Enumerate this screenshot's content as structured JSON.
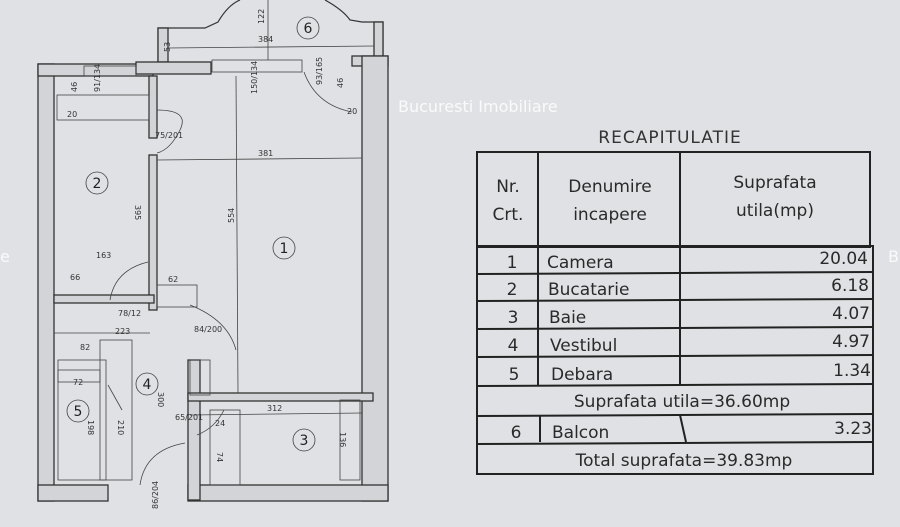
{
  "plan": {
    "rooms": [
      {
        "no": "1"
      },
      {
        "no": "2"
      },
      {
        "no": "3"
      },
      {
        "no": "4"
      },
      {
        "no": "5"
      },
      {
        "no": "6"
      }
    ],
    "dimensions": {
      "d122": "122",
      "d384": "384",
      "d53": "53",
      "d46": "46",
      "d20a": "20",
      "d91": "91/134",
      "d150": "150/134",
      "d93": "93/165",
      "d46b": "46",
      "d20b": "20",
      "d75": "75/201",
      "d381": "381",
      "d395": "395",
      "d554": "554",
      "d163": "163",
      "d66": "66",
      "d62": "62",
      "d78": "78/12",
      "d223": "223",
      "d84": "84/200",
      "d82": "82",
      "d72": "72",
      "d300": "300",
      "d198": "198",
      "d210": "210",
      "d65": "65/201",
      "d312": "312",
      "d24": "24",
      "d136": "136",
      "d74": "74",
      "d86": "86/204"
    }
  },
  "summary": {
    "title": "RECAPITULATIE",
    "headers": {
      "nr": [
        "Nr.",
        "Crt."
      ],
      "name": [
        "Denumire",
        "incapere"
      ],
      "area": [
        "Suprafata",
        "utila(mp)"
      ]
    },
    "rows": [
      {
        "nr": "1",
        "name": "Camera",
        "area": "20.04"
      },
      {
        "nr": "2",
        "name": "Bucatarie",
        "area": "6.18"
      },
      {
        "nr": "3",
        "name": "Baie",
        "area": "4.07"
      },
      {
        "nr": "4",
        "name": "Vestibul",
        "area": "4.97"
      },
      {
        "nr": "5",
        "name": "Debara",
        "area": "1.34"
      }
    ],
    "subtotal": "Suprafata utila=36.60mp",
    "balcony": {
      "nr": "6",
      "name": "Balcon",
      "area": "3.23"
    },
    "total": "Total suprafata=39.83mp"
  },
  "watermark": {
    "text": "Bucuresti Imobiliare",
    "left_fragment": "e",
    "right_fragment": "B"
  }
}
